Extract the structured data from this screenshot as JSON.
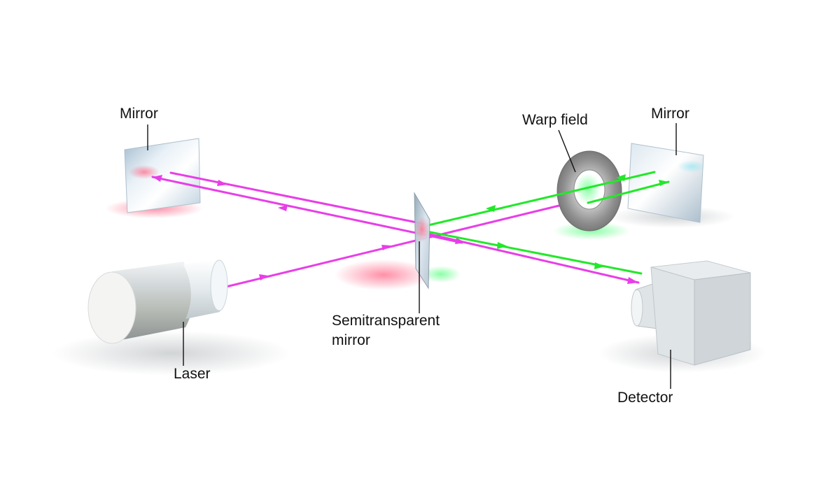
{
  "labels": {
    "mirror_left": "Mirror",
    "warp_field": "Warp field",
    "mirror_right": "Mirror",
    "semitransparent_line1": "Semitransparent",
    "semitransparent_line2": "mirror",
    "laser": "Laser",
    "detector": "Detector"
  },
  "colors": {
    "laser_beam": "#e83ee8",
    "warped_beam": "#22e82a",
    "background": "#ffffff"
  }
}
